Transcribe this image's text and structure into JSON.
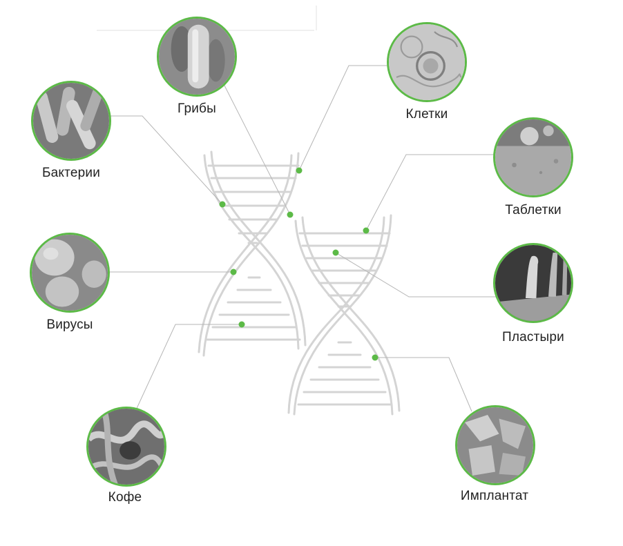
{
  "colors": {
    "accent": "#5cba47",
    "helix_stroke": "#d6d6d6",
    "line": "#b5b5b5",
    "label": "#222222"
  },
  "diagram": {
    "nodes": [
      {
        "id": "fungi",
        "label": "Грибы",
        "icon": "fungi-micrograph-icon"
      },
      {
        "id": "cells",
        "label": "Клетки",
        "icon": "cells-micrograph-icon"
      },
      {
        "id": "bacteria",
        "label": "Бактерии",
        "icon": "bacteria-micrograph-icon"
      },
      {
        "id": "tablets",
        "label": "Таблетки",
        "icon": "tablets-micrograph-icon"
      },
      {
        "id": "viruses",
        "label": "Вирусы",
        "icon": "viruses-micrograph-icon"
      },
      {
        "id": "patches",
        "label": "Пластыри",
        "icon": "patches-micrograph-icon"
      },
      {
        "id": "coffee",
        "label": "Кофе",
        "icon": "coffee-micrograph-icon"
      },
      {
        "id": "implant",
        "label": "Имплантат",
        "icon": "implant-micrograph-icon"
      }
    ]
  }
}
